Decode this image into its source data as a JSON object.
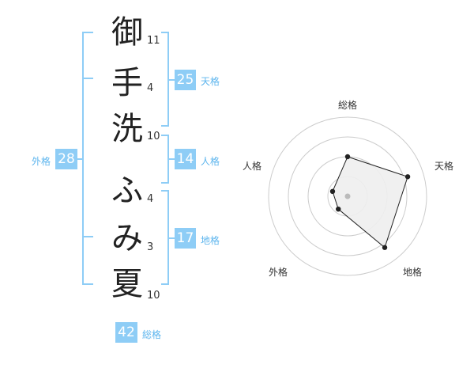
{
  "name_chars": [
    {
      "char": "御",
      "strokes": "11"
    },
    {
      "char": "手",
      "strokes": "4"
    },
    {
      "char": "洗",
      "strokes": "10"
    },
    {
      "char": "ふ",
      "strokes": "4"
    },
    {
      "char": "み",
      "strokes": "3"
    },
    {
      "char": "夏",
      "strokes": "10"
    }
  ],
  "kaku": {
    "tenkaku": {
      "value": "25",
      "label": "天格"
    },
    "jinkaku": {
      "value": "14",
      "label": "人格"
    },
    "chikaku": {
      "value": "17",
      "label": "地格"
    },
    "gaikaku": {
      "value": "28",
      "label": "外格"
    },
    "soukaku": {
      "value": "42",
      "label": "総格"
    }
  },
  "radar": {
    "axes": [
      "総格",
      "天格",
      "地格",
      "外格",
      "人格"
    ],
    "values": [
      2.5,
      4,
      4,
      1,
      1
    ],
    "max": 5,
    "colors": {
      "ring": "#cccccc",
      "fill": "#eeeeee",
      "line": "#222222",
      "point": "#222222"
    }
  },
  "colors": {
    "accent": "#8ecdf6",
    "accent_text": "#5db5ee"
  }
}
